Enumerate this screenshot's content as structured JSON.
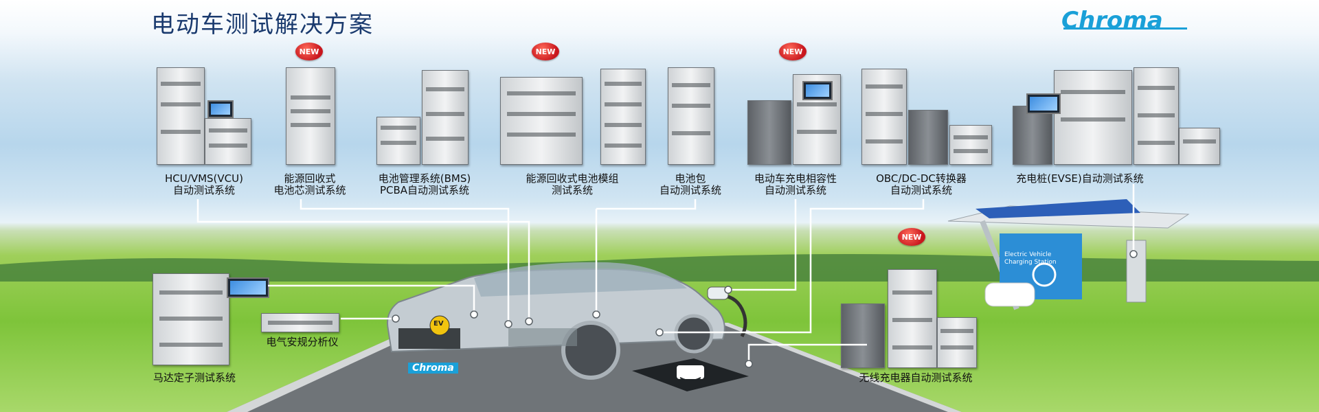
{
  "header": {
    "title": "电动车测试解决方案",
    "brand": "Chroma"
  },
  "badges": {
    "new_label": "NEW"
  },
  "products": {
    "hcu": {
      "line1": "HCU/VMS(VCU)",
      "line2": "自动测试系统"
    },
    "regen_cell": {
      "line1": "能源回收式",
      "line2": "电池芯测试系统"
    },
    "bms": {
      "line1": "电池管理系统(BMS)",
      "line2": "PCBA自动测试系统"
    },
    "regen_module": {
      "line1": "能源回收式电池模组",
      "line2": "测试系统"
    },
    "pack": {
      "line1": "电池包",
      "line2": "自动测试系统"
    },
    "charge_compat": {
      "line1": "电动车充电相容性",
      "line2": "自动测试系统"
    },
    "obc": {
      "line1": "OBC/DC-DC转换器",
      "line2": "自动测试系统"
    },
    "evse": {
      "line1": "充电桩(EVSE)自动测试系统"
    },
    "safety": {
      "line1": "电气安规分析仪"
    },
    "motor": {
      "line1": "马达定子测试系统"
    },
    "wireless": {
      "line1": "无线充电器自动测试系统"
    }
  },
  "station": {
    "sign_line1": "Electric Vehicle",
    "sign_line2": "Charging Station"
  },
  "car": {
    "ev_badge": "EV",
    "plate": "Chroma"
  },
  "colors": {
    "title": "#1a3a6e",
    "brand": "#1aa0d8",
    "badge": "#c8161d",
    "connector": "#ffffff"
  }
}
